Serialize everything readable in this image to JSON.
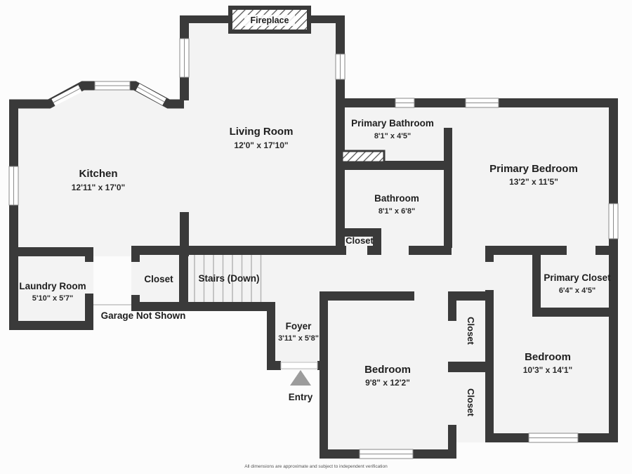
{
  "floorplan": {
    "labels": {
      "fireplace": {
        "name": "Fireplace"
      },
      "living_room": {
        "name": "Living Room",
        "dims": "12'0\" x 17'10\""
      },
      "kitchen": {
        "name": "Kitchen",
        "dims": "12'11\" x 17'0\""
      },
      "primary_bathroom": {
        "name": "Primary Bathroom",
        "dims": "8'1\" x 4'5\""
      },
      "primary_bedroom": {
        "name": "Primary Bedroom",
        "dims": "13'2\" x 11'5\""
      },
      "bathroom": {
        "name": "Bathroom",
        "dims": "8'1\" x 6'8\""
      },
      "bath_closet": {
        "name": "Closet"
      },
      "laundry_room": {
        "name": "Laundry Room",
        "dims": "5'10\" x 5'7\""
      },
      "hall_closet": {
        "name": "Closet"
      },
      "stairs": {
        "name": "Stairs (Down)"
      },
      "garage_note": {
        "name": "Garage Not Shown"
      },
      "foyer": {
        "name": "Foyer",
        "dims": "3'11\" x 5'8\""
      },
      "entry": {
        "name": "Entry"
      },
      "bedroom_middle": {
        "name": "Bedroom",
        "dims": "9'8\" x 12'2\""
      },
      "closet_upper": {
        "name": "Closet"
      },
      "closet_lower": {
        "name": "Closet"
      },
      "primary_closet": {
        "name": "Primary Closet",
        "dims": "6'4\" x 4'5\""
      },
      "bedroom_right": {
        "name": "Bedroom",
        "dims": "10'3\" x 14'1\""
      }
    },
    "disclaimer": "All dimensions are approximate and subject to independent verification",
    "colors": {
      "wall": "#3a3a3a",
      "room_fill": "#f3f3f3",
      "background": "#fcfcfc",
      "entry_arrow": "#9c9c9c",
      "window_frame": "#8a8a8a"
    }
  }
}
